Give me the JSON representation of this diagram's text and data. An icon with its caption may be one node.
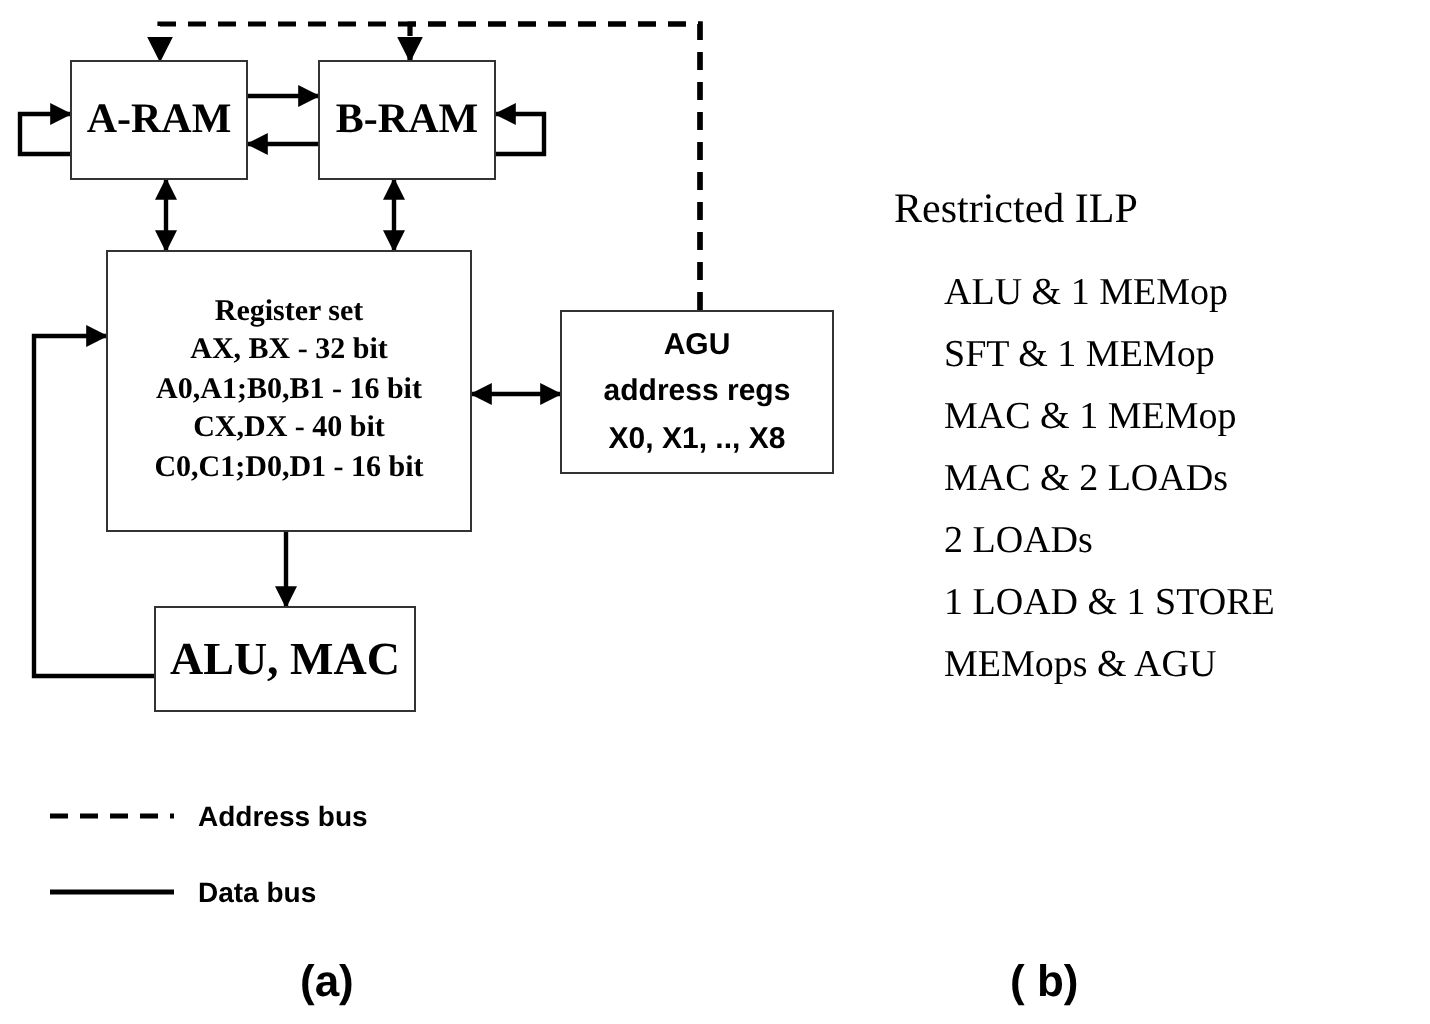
{
  "diagram": {
    "nodes": [
      {
        "text": [
          "A-RAM"
        ]
      },
      {
        "text": [
          "B-RAM"
        ]
      },
      {
        "text": [
          "Register set",
          "AX, BX - 32 bit",
          "A0,A1;B0,B1 - 16 bit",
          "CX,DX - 40 bit",
          "C0,C1;D0,D1 - 16 bit"
        ]
      },
      {
        "text": [
          "AGU",
          "address regs",
          "X0, X1, .., X8"
        ]
      },
      {
        "text": [
          "ALU, MAC"
        ]
      }
    ],
    "edges": [
      {
        "from": 3,
        "to": 0,
        "arrow": "to",
        "style": "dashed"
      },
      {
        "from": 3,
        "to": 1,
        "arrow": "to",
        "style": "dashed"
      },
      {
        "from": 0,
        "to": 1,
        "arrow": "to"
      },
      {
        "from": 1,
        "to": 0,
        "arrow": "to"
      },
      {
        "from": 0,
        "to": 0,
        "arrow": "to"
      },
      {
        "from": 1,
        "to": 1,
        "arrow": "to"
      },
      {
        "from": 0,
        "to": 2,
        "arrow": "both"
      },
      {
        "from": 1,
        "to": 2,
        "arrow": "both"
      },
      {
        "from": 2,
        "to": 3,
        "arrow": "both"
      },
      {
        "from": 2,
        "to": 4,
        "arrow": "to"
      },
      {
        "from": 4,
        "to": 2,
        "arrow": "to"
      }
    ],
    "labels": [
      "Restricted ILP",
      "ALU & 1 MEMop",
      "SFT & 1 MEMop",
      "MAC & 1 MEMop",
      "MAC & 2 LOADs",
      "2 LOADs",
      "1 LOAD & 1 STORE",
      "MEMops & AGU",
      "(a)",
      "( b)"
    ],
    "legend": [
      {
        "text": "Address bus"
      },
      {
        "text": "Data bus"
      }
    ]
  }
}
